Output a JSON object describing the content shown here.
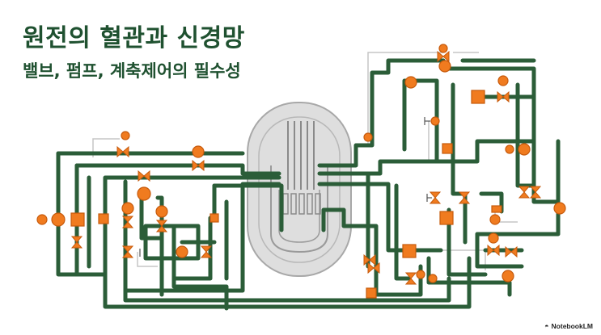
{
  "title": "원전의 혈관과 신경망",
  "subtitle": "밸브, 펌프, 계축제어의 필수성",
  "brand": "NotebookLM",
  "colors": {
    "pipe": "#2b5d38",
    "pipe_light": "#c5c5c5",
    "component": "#f07b1f",
    "component_stroke": "#c65a0c",
    "vessel": "#dedede",
    "vessel_stroke": "#a8a8a8",
    "title": "#1f5130"
  },
  "icons": {
    "brand": "notebooklm-logo-icon"
  }
}
